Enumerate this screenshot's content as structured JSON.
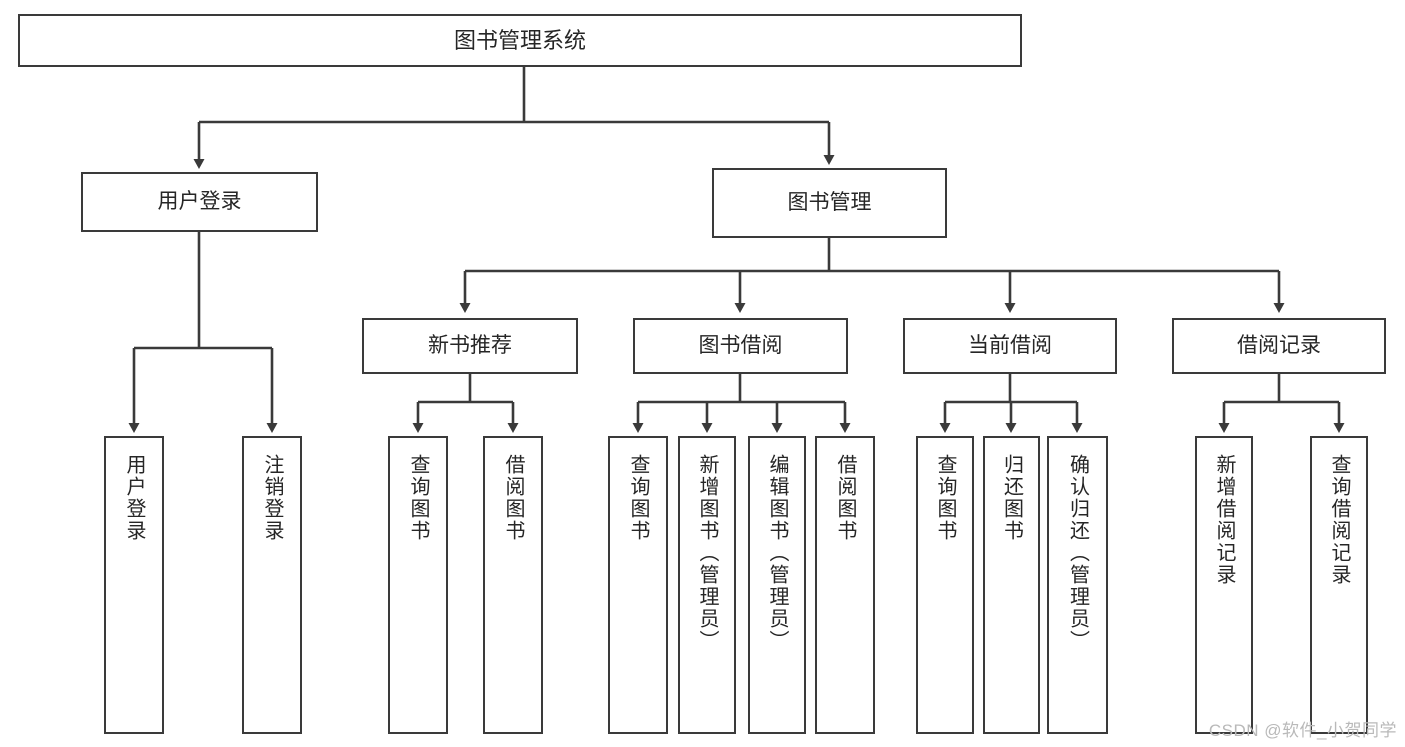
{
  "diagram": {
    "title": "图书管理系统",
    "type": "tree",
    "root": {
      "label": "图书管理系统"
    },
    "level2": [
      {
        "label": "用户登录"
      },
      {
        "label": "图书管理"
      }
    ],
    "level3": [
      {
        "label": "新书推荐"
      },
      {
        "label": "图书借阅"
      },
      {
        "label": "当前借阅"
      },
      {
        "label": "借阅记录"
      }
    ],
    "leaves": {
      "user_login": [
        {
          "label": "用户登录"
        },
        {
          "label": "注销登录"
        }
      ],
      "new_book_recommend": [
        {
          "label": "查询图书"
        },
        {
          "label": "借阅图书"
        }
      ],
      "book_borrow": [
        {
          "label": "查询图书"
        },
        {
          "label": "新增图书（管理员）"
        },
        {
          "label": "编辑图书（管理员）"
        },
        {
          "label": "借阅图书"
        }
      ],
      "current_borrow": [
        {
          "label": "查询图书"
        },
        {
          "label": "归还图书"
        },
        {
          "label": "确认归还（管理员）"
        }
      ],
      "borrow_record": [
        {
          "label": "新增借阅记录"
        },
        {
          "label": "查询借阅记录"
        }
      ]
    },
    "watermark": "CSDN @软件_小贺同学",
    "colors": {
      "stroke": "#3a3a3a",
      "text": "#262626",
      "background": "#ffffff",
      "watermark": "#b9b9b9"
    }
  }
}
